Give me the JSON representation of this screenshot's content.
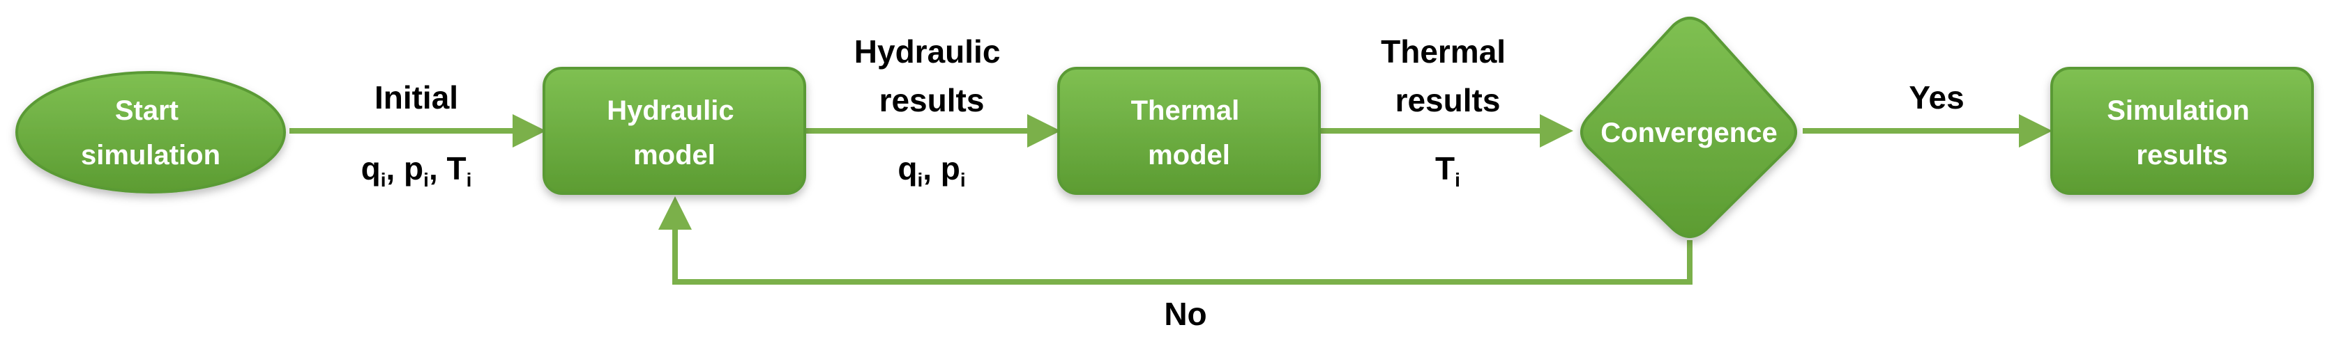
{
  "colors": {
    "node_fill_top": "#7fc052",
    "node_fill_bottom": "#5c9c32",
    "node_stroke": "#5a9a34",
    "arrow": "#7bb04a",
    "node_text": "#ffffff",
    "label_text": "#000000"
  },
  "nodes": {
    "start": {
      "line1": "Start",
      "line2": "simulation"
    },
    "hydraulic": {
      "line1": "Hydraulic",
      "line2": "model"
    },
    "thermal": {
      "line1": "Thermal",
      "line2": "model"
    },
    "convergence": {
      "label": "Convergence"
    },
    "results": {
      "line1": "Simulation",
      "line2": "results"
    }
  },
  "edges": {
    "start_to_hydraulic": {
      "label": "Initial",
      "vars": [
        {
          "sym": "q",
          "sub": "i"
        },
        {
          "sym": "p",
          "sub": "i"
        },
        {
          "sym": "T",
          "sub": "i"
        }
      ]
    },
    "hydraulic_to_thermal": {
      "label_line1": "Hydraulic",
      "label_line2": "results",
      "vars": [
        {
          "sym": "q",
          "sub": "i"
        },
        {
          "sym": "p",
          "sub": "i"
        }
      ]
    },
    "thermal_to_convergence": {
      "label_line1": "Thermal",
      "label_line2": "results",
      "vars": [
        {
          "sym": "T",
          "sub": "i"
        }
      ]
    },
    "convergence_to_results": {
      "label": "Yes"
    },
    "convergence_to_hydraulic": {
      "label": "No"
    }
  }
}
